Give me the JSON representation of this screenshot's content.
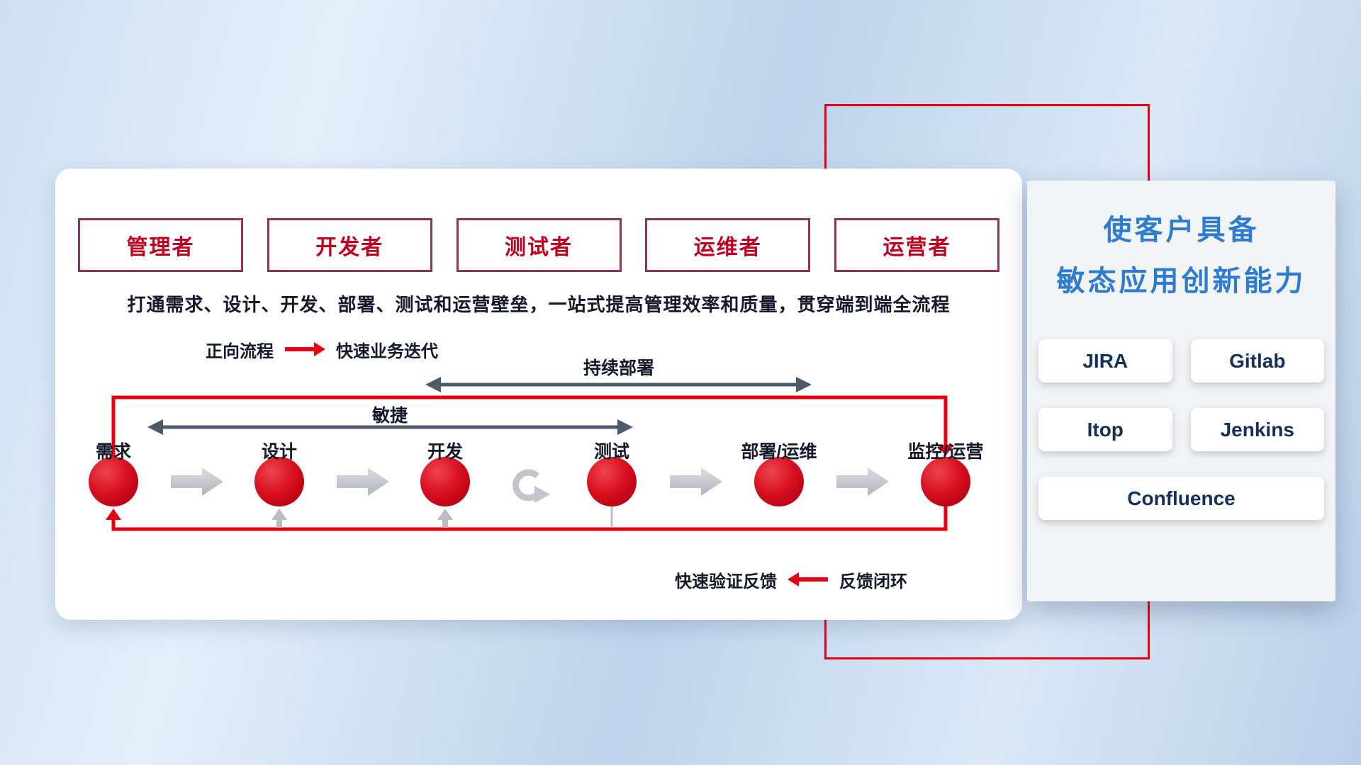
{
  "slide": {
    "roles": [
      "管理者",
      "开发者",
      "测试者",
      "运维者",
      "运营者"
    ],
    "description": "打通需求、设计、开发、部署、测试和运营壁垒，一站式提高管理效率和质量，贯穿端到端全流程",
    "forward_legend": {
      "label": "正向流程",
      "value": "快速业务迭代"
    },
    "continuous_deploy_label": "持续部署",
    "agile_label": "敏捷",
    "steps": [
      "需求",
      "设计",
      "开发",
      "测试",
      "部署/运维",
      "监控/运营"
    ],
    "feedback_legend": {
      "label": "快速验证反馈",
      "value": "反馈闭环"
    }
  },
  "panel": {
    "title_line1": "使客户具备",
    "title_line2": "敏态应用创新能力",
    "tools": [
      "JIRA",
      "Gitlab",
      "Itop",
      "Jenkins",
      "Confluence"
    ]
  },
  "colors": {
    "accent_red": "#e60012",
    "circle_red": "#d40f20",
    "role_text_red": "#c00021",
    "title_blue": "#2e7bd2",
    "tool_text_navy": "#14305a",
    "dark_arrow": "#4d5a6a",
    "gray_arrow": "#c2c5cb"
  },
  "icons": {
    "forward_arrow": "red-right-arrow",
    "feedback_arrow": "red-left-arrow",
    "iteration_loop": "gray-loop-arrow",
    "flow_arrow": "gray-block-arrow-right"
  }
}
